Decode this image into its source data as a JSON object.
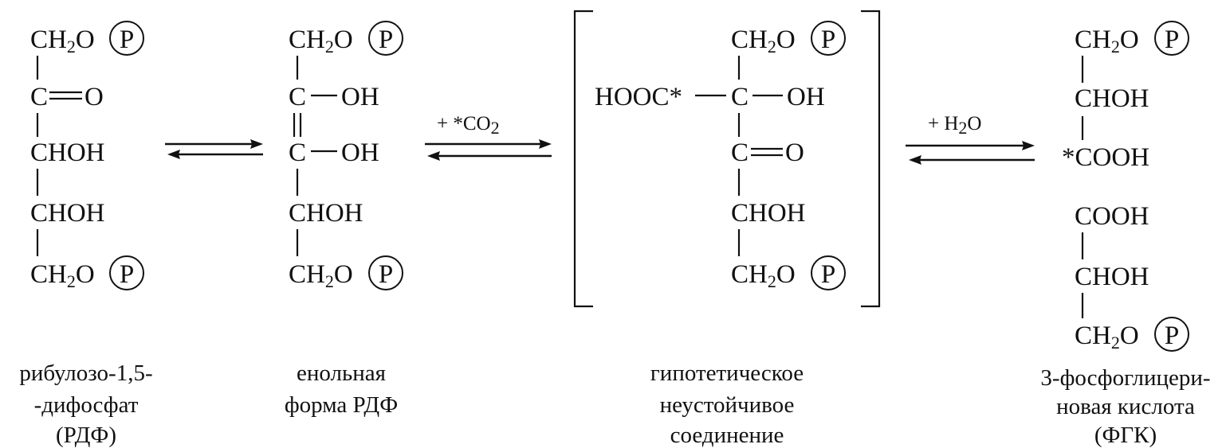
{
  "colors": {
    "ink": "#111111",
    "background": "#ffffff"
  },
  "phosphate": "P",
  "rdp": {
    "top": "CH",
    "top_sub": "2",
    "top_o": "O",
    "c2": "C",
    "c2_o": "O",
    "c3": "CHOH",
    "c4": "CHOH",
    "bottom": "CH",
    "bottom_sub": "2",
    "bottom_o": "O",
    "label": [
      "рибулозо-1,5-",
      "-дифосфат",
      "(РДФ)"
    ]
  },
  "enol": {
    "top": "CH",
    "top_sub": "2",
    "top_o": "O",
    "c2": "C",
    "c2_oh": "OH",
    "c3": "C",
    "c3_oh": "OH",
    "c4": "CHOH",
    "bottom": "CH",
    "bottom_sub": "2",
    "bottom_o": "O",
    "label": [
      "енольная",
      "форма РДФ"
    ]
  },
  "intermediate": {
    "cooh": "HOOC*",
    "top": "CH",
    "top_sub": "2",
    "top_o": "O",
    "c2": "C",
    "c2_oh": "OH",
    "c3": "C",
    "c3_o": "O",
    "c4": "CHOH",
    "bottom": "CH",
    "bottom_sub": "2",
    "bottom_o": "O",
    "label": [
      "гипотетическое",
      "неустойчивое",
      "соединение"
    ]
  },
  "pga": {
    "a_top": "CH",
    "a_top_sub": "2",
    "a_top_o": "O",
    "a_mid": "CHOH",
    "a_bot": "*COOH",
    "b_top": "COOH",
    "b_mid": "CHOH",
    "b_bot": "CH",
    "b_bot_sub": "2",
    "b_bot_o": "O",
    "label": [
      "3-фосфоглицери-",
      "новая кислота",
      "(ФГК)"
    ]
  },
  "arrows": {
    "co2_plus": "+ *CO",
    "co2_sub": "2",
    "h2o_plus": "+ H",
    "h2o_sub": "2",
    "h2o_o": "O"
  }
}
